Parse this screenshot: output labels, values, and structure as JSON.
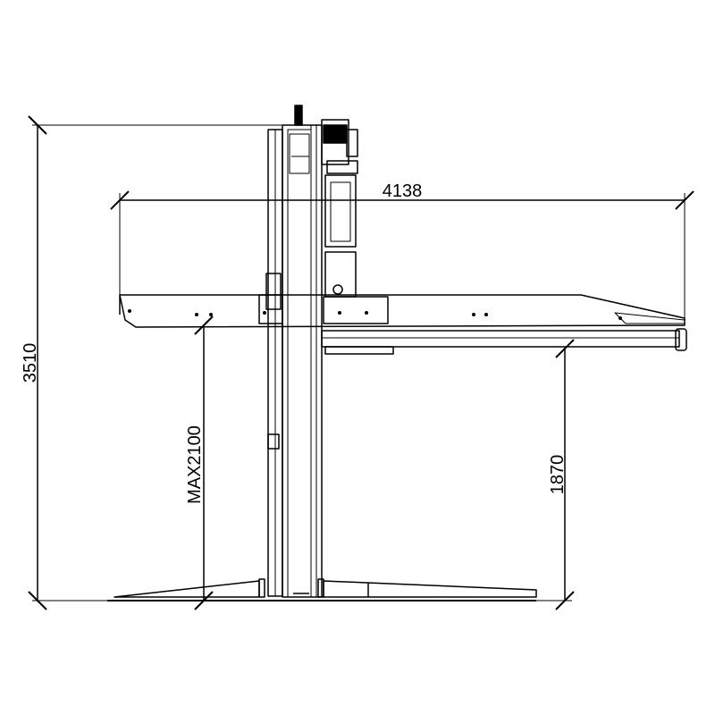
{
  "dimensions": {
    "overall_height": "3510",
    "platform_length": "4138",
    "max_clearance": "MAX2100",
    "platform_height": "1870"
  },
  "colors": {
    "line": "#000000",
    "background": "#ffffff"
  }
}
